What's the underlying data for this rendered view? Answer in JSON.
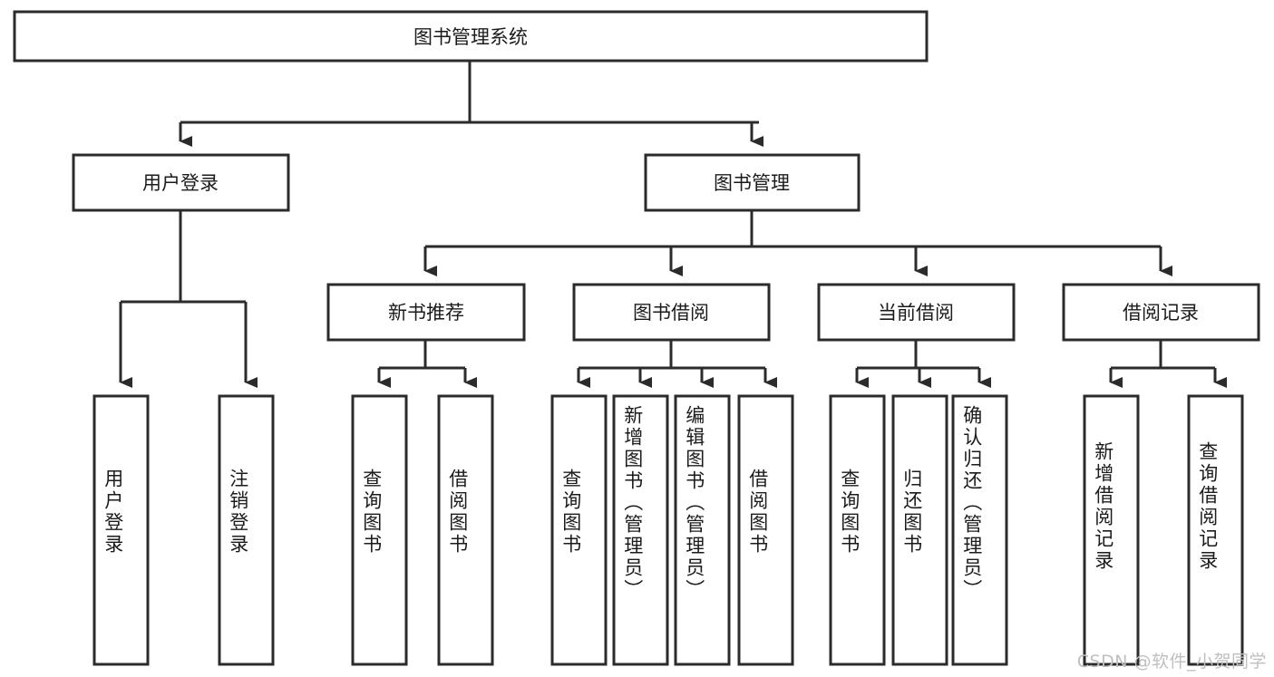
{
  "diagram": {
    "title": "图书管理系统",
    "type": "tree-hierarchy",
    "watermark": "CSDN @软件_小贺同学",
    "colors": {
      "box_fill": "#ffffff",
      "box_stroke": "#2b2b2b",
      "text": "#1b1b1b",
      "background": "#ffffff",
      "watermark": "#bfbfbf"
    },
    "root": {
      "label": "图书管理系统"
    },
    "level2": [
      {
        "label": "用户登录"
      },
      {
        "label": "图书管理"
      }
    ],
    "level3": [
      {
        "label": "新书推荐"
      },
      {
        "label": "图书借阅"
      },
      {
        "label": "当前借阅"
      },
      {
        "label": "借阅记录"
      }
    ],
    "leaves": {
      "user_login": [
        {
          "label": "用户登录"
        },
        {
          "label": "注销登录"
        }
      ],
      "new_book_recommend": [
        {
          "label": "查询图书"
        },
        {
          "label": "借阅图书"
        }
      ],
      "book_borrow": [
        {
          "label": "查询图书"
        },
        {
          "label": "新增图书（管理员）"
        },
        {
          "label": "编辑图书（管理员）"
        },
        {
          "label": "借阅图书"
        }
      ],
      "current_borrow": [
        {
          "label": "查询图书"
        },
        {
          "label": "归还图书"
        },
        {
          "label": "确认归还（管理员）"
        }
      ],
      "borrow_record": [
        {
          "label": "新增借阅记录"
        },
        {
          "label": "查询借阅记录"
        }
      ]
    }
  }
}
